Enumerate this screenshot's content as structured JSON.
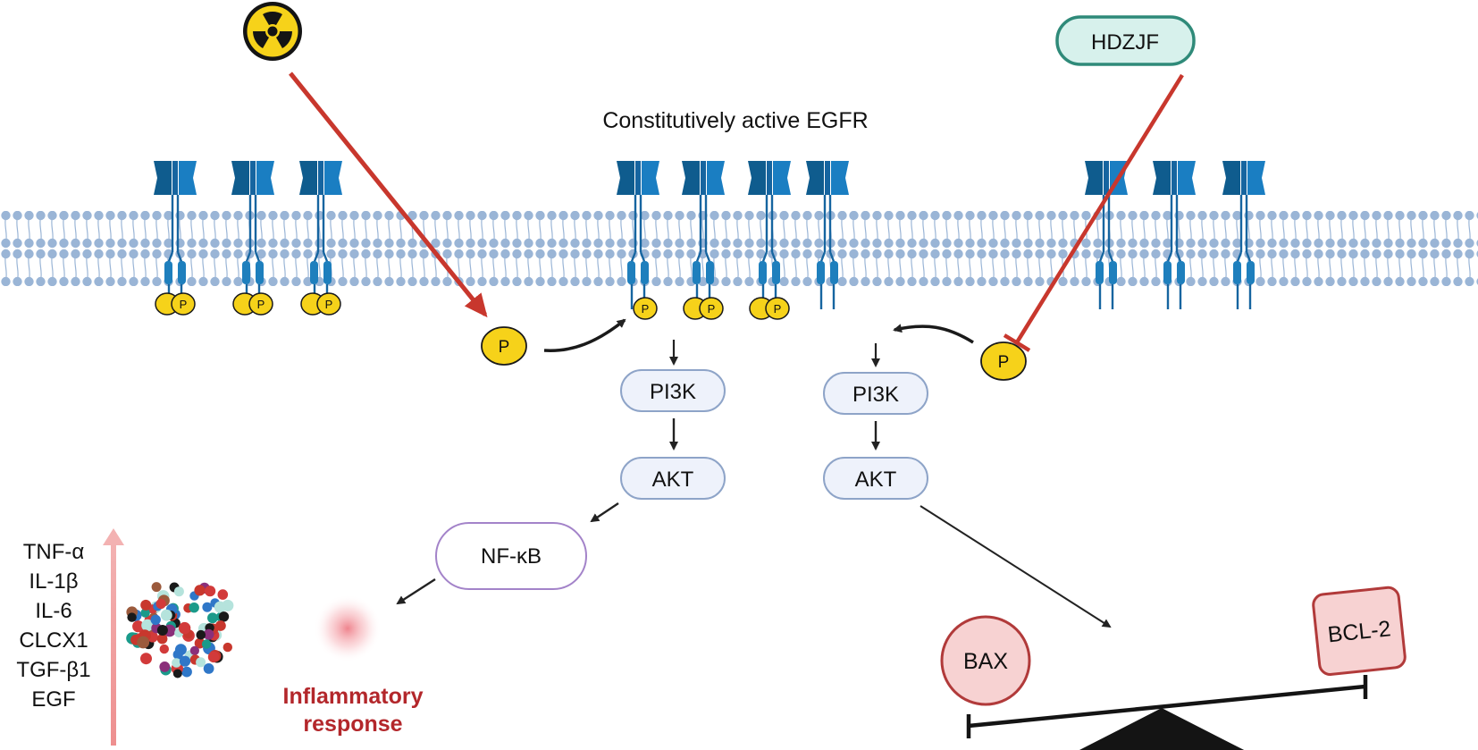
{
  "labels": {
    "header": "Constitutively active EGFR",
    "drug": "HDZJF",
    "phospho": "P",
    "pi3k_left": "PI3K",
    "akt_left": "AKT",
    "pi3k_right": "PI3K",
    "akt_right": "AKT",
    "nfkb": "NF-κB",
    "inflammatory_line1": "Inflammatory",
    "inflammatory_line2": "response",
    "bax": "BAX",
    "bcl2": "BCL-2"
  },
  "cytokines": [
    "TNF-α",
    "IL-1β",
    "IL-6",
    "CLCX1",
    "TGF-β1",
    "EGF"
  ],
  "icons": {
    "radiation": "radiation-hazard-icon",
    "receptor": "egfr-receptor-icon",
    "balance": "seesaw-balance-icon"
  },
  "colors": {
    "arrow_red": "#c8372d",
    "receptor_blue": "#1a6fa8",
    "receptor_dark": "#0f5c8e",
    "phospho_yellow": "#f6d21a",
    "membrane_blue": "#9ab5d6",
    "box_fill": "#eef2fb",
    "box_stroke": "#8ea4c8",
    "drug_fill": "#d7f1ec",
    "drug_stroke": "#2f8a79",
    "nfkb_stroke": "#a383c9",
    "bax_fill": "#f7d2d2",
    "bax_stroke": "#b13a3a",
    "inflammatory_text": "#b3272b",
    "cytokine_arrow": "#ee9a9a"
  }
}
